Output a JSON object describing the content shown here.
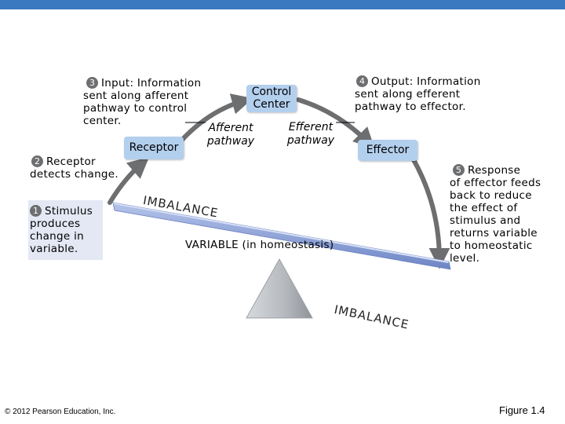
{
  "steps": {
    "step1": {
      "num": "1",
      "line1": "Stimulus",
      "line2": "produces",
      "line3": "change in",
      "line4": "variable."
    },
    "step2": {
      "num": "2",
      "line1": "Receptor",
      "line2": "detects change."
    },
    "step3": {
      "num": "3",
      "line1": "Input: Information",
      "line2": "sent along afferent",
      "line3": "pathway to control",
      "line4": "center."
    },
    "step4": {
      "num": "4",
      "line1": "Output: Information",
      "line2": "sent along efferent",
      "line3": "pathway to effector."
    },
    "step5": {
      "num": "5",
      "line1": "Response",
      "line2": "of effector feeds",
      "line3": "back to reduce",
      "line4": "the effect of",
      "line5": "stimulus and",
      "line6": "returns variable",
      "line7": "to homeostatic",
      "line8": "level."
    }
  },
  "boxes": {
    "control_line1": "Control",
    "control_line2": "Center",
    "receptor": "Receptor",
    "effector": "Effector"
  },
  "pathways": {
    "afferent_line1": "Afferent",
    "afferent_line2": "pathway",
    "efferent_line1": "Efferent",
    "efferent_line2": "pathway"
  },
  "imbalance": {
    "upper_part1": "IMBA",
    "upper_part2": "LANCE",
    "lower_part1": "IMBA",
    "lower_part2": "LANCE"
  },
  "variable_label": "VARIABLE (in homeostasis)",
  "copyright": "© 2012 Pearson Education, Inc.",
  "figure_label": "Figure 1.4",
  "colors": {
    "topbar": "#3a78c0",
    "box": "#b3cfee",
    "arc": "#6d6e70",
    "beam": "#8ea4d8",
    "fulcrum": "#b8bcc2",
    "number_circle": "#6d6e70"
  }
}
